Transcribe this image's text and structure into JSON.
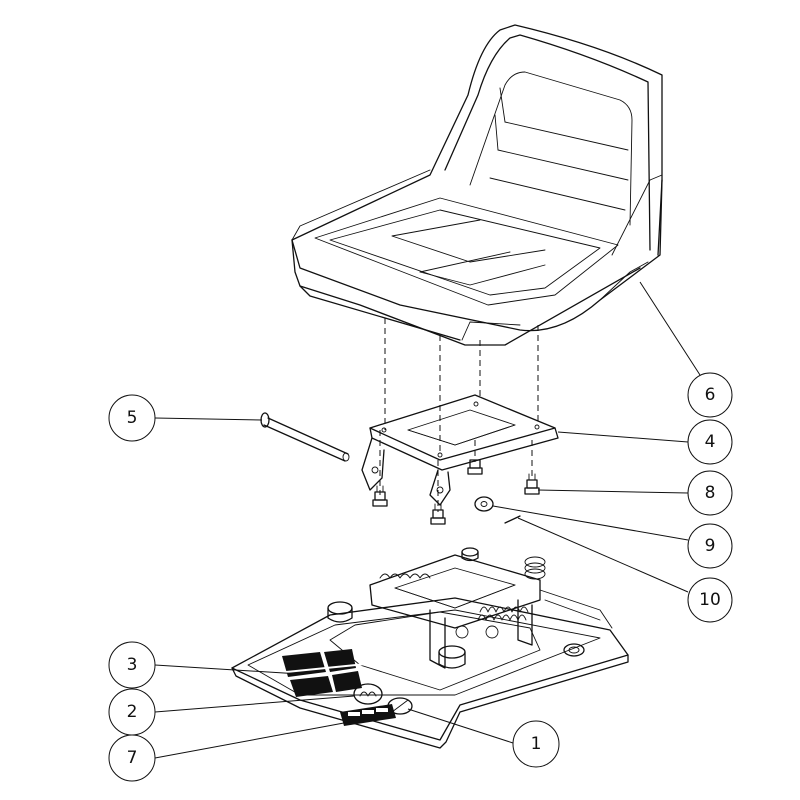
{
  "callouts": [
    {
      "id": "c1",
      "label": "1"
    },
    {
      "id": "c2",
      "label": "2"
    },
    {
      "id": "c3",
      "label": "3"
    },
    {
      "id": "c4",
      "label": "4"
    },
    {
      "id": "c5",
      "label": "5"
    },
    {
      "id": "c6",
      "label": "6"
    },
    {
      "id": "c7",
      "label": "7"
    },
    {
      "id": "c8",
      "label": "8"
    },
    {
      "id": "c9",
      "label": "9"
    },
    {
      "id": "c10",
      "label": "10"
    }
  ],
  "colors": {
    "line": "#111111",
    "background": "#ffffff"
  }
}
